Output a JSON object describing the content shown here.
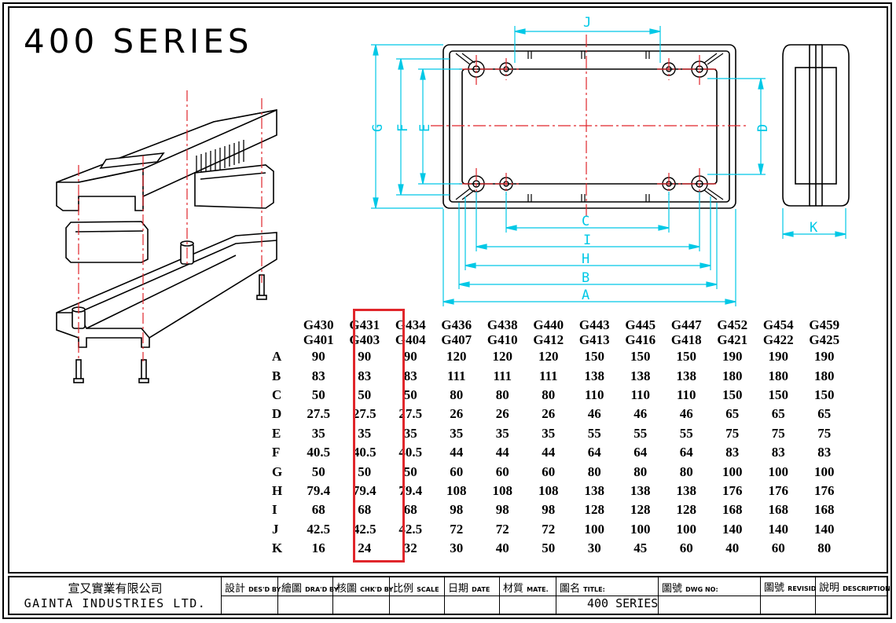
{
  "drawing": {
    "title": "400 SERIES",
    "dimension_labels": [
      "J",
      "G",
      "F",
      "E",
      "D",
      "C",
      "I",
      "H",
      "B",
      "A",
      "K"
    ]
  },
  "table": {
    "header_top": [
      "G430",
      "G431",
      "G434",
      "G436",
      "G438",
      "G440",
      "G443",
      "G445",
      "G447",
      "G452",
      "G454",
      "G459"
    ],
    "header_bottom": [
      "G401",
      "G403",
      "G404",
      "G407",
      "G410",
      "G412",
      "G413",
      "G416",
      "G418",
      "G421",
      "G422",
      "G425"
    ],
    "rows": [
      {
        "label": "A",
        "values": [
          "90",
          "90",
          "90",
          "120",
          "120",
          "120",
          "150",
          "150",
          "150",
          "190",
          "190",
          "190"
        ]
      },
      {
        "label": "B",
        "values": [
          "83",
          "83",
          "83",
          "111",
          "111",
          "111",
          "138",
          "138",
          "138",
          "180",
          "180",
          "180"
        ]
      },
      {
        "label": "C",
        "values": [
          "50",
          "50",
          "50",
          "80",
          "80",
          "80",
          "110",
          "110",
          "110",
          "150",
          "150",
          "150"
        ]
      },
      {
        "label": "D",
        "values": [
          "27.5",
          "27.5",
          "27.5",
          "26",
          "26",
          "26",
          "46",
          "46",
          "46",
          "65",
          "65",
          "65"
        ]
      },
      {
        "label": "E",
        "values": [
          "35",
          "35",
          "35",
          "35",
          "35",
          "35",
          "55",
          "55",
          "55",
          "75",
          "75",
          "75"
        ]
      },
      {
        "label": "F",
        "values": [
          "40.5",
          "40.5",
          "40.5",
          "44",
          "44",
          "44",
          "64",
          "64",
          "64",
          "83",
          "83",
          "83"
        ]
      },
      {
        "label": "G",
        "values": [
          "50",
          "50",
          "50",
          "60",
          "60",
          "60",
          "80",
          "80",
          "80",
          "100",
          "100",
          "100"
        ]
      },
      {
        "label": "H",
        "values": [
          "79.4",
          "79.4",
          "79.4",
          "108",
          "108",
          "108",
          "138",
          "138",
          "138",
          "176",
          "176",
          "176"
        ]
      },
      {
        "label": "I",
        "values": [
          "68",
          "68",
          "68",
          "98",
          "98",
          "98",
          "128",
          "128",
          "128",
          "168",
          "168",
          "168"
        ]
      },
      {
        "label": "J",
        "values": [
          "42.5",
          "42.5",
          "42.5",
          "72",
          "72",
          "72",
          "100",
          "100",
          "100",
          "140",
          "140",
          "140"
        ]
      },
      {
        "label": "K",
        "values": [
          "16",
          "24",
          "32",
          "30",
          "40",
          "50",
          "30",
          "45",
          "60",
          "40",
          "60",
          "80"
        ]
      }
    ],
    "highlight_column": "G431",
    "highlight_color": "#e0262b"
  },
  "title_block": {
    "company_zh": "宣又實業有限公司",
    "company_en": "GAINTA INDUSTRIES LTD.",
    "fields": [
      {
        "zh": "設計",
        "en": "DES'D BY"
      },
      {
        "zh": "繪圖",
        "en": "DRA'D BY"
      },
      {
        "zh": "核圖",
        "en": "CHK'D BY"
      },
      {
        "zh": "比例",
        "en": "SCALE"
      },
      {
        "zh": "日期",
        "en": "DATE"
      },
      {
        "zh": "材質",
        "en": "MATE."
      },
      {
        "zh": "圖名",
        "en": "TITLE:"
      },
      {
        "zh": "圖號",
        "en": "DWG NO:"
      },
      {
        "zh": "圖號",
        "en": "REVISID"
      },
      {
        "zh": "說明",
        "en": "DESCRIPTION"
      }
    ],
    "title_value": "400 SERIES"
  },
  "colors": {
    "dimension": "#00c8e6",
    "centerline": "#e0262b",
    "line": "#000000"
  }
}
